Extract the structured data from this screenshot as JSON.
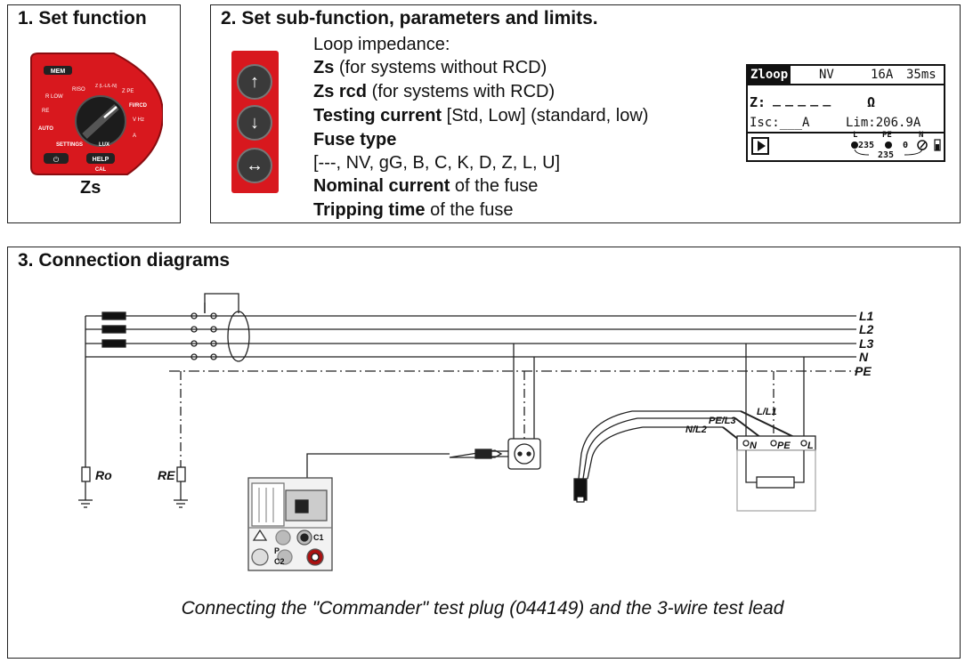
{
  "section1": {
    "title": "1. Set function",
    "dial_labels": {
      "mem": "MEM",
      "rlow": "R LOW",
      "riso": "RISO",
      "zs": "Z (L-L/L-N)",
      "zpe": "Z PE",
      "fi_rcd": "FI/RCD",
      "re": "RE",
      "auto": "AUTO",
      "vhz": "V Hz",
      "settings": "SETTINGS",
      "lux": "LUX",
      "ac": "A",
      "on_off": "⏻",
      "help": "HELP",
      "cal": "CAL"
    },
    "function_label": "Zs"
  },
  "section2": {
    "title": "2. Set sub-function, parameters and limits.",
    "lines": [
      {
        "bold": "",
        "rest": "Loop impedance:"
      },
      {
        "bold": "Zs",
        "rest": " (for systems without RCD)"
      },
      {
        "bold": "Zs rcd",
        "rest": " (for systems with RCD)"
      },
      {
        "bold": "Testing current",
        "rest": " [Std, Low] (standard, low)"
      },
      {
        "bold": "Fuse type",
        "rest": ""
      },
      {
        "bold": "",
        "rest": "[---, NV, gG, B, C, K, D, Z, L, U]"
      },
      {
        "bold": "Nominal current",
        "rest": " of the fuse"
      },
      {
        "bold": "Tripping time",
        "rest": " of the fuse"
      }
    ],
    "buttons": [
      {
        "icon": "arrow-up-icon",
        "glyph": "↑"
      },
      {
        "icon": "arrow-down-icon",
        "glyph": "↓"
      },
      {
        "icon": "arrow-left-right-icon",
        "glyph": "↔"
      }
    ],
    "display": {
      "mode": "Zloop",
      "fuse_type": "NV",
      "current": "16A",
      "time": "35ms",
      "z_label": "Z:",
      "z_value": "_ _ _ _ _",
      "unit": "Ω",
      "isc": "Isc:___A",
      "lim": "Lim:206.9A",
      "l": "L",
      "pe": "PE",
      "n": "N",
      "v_lpe": "235",
      "v_pen": "0",
      "v_ln": "235"
    }
  },
  "section3": {
    "title": "3. Connection diagrams",
    "lines": [
      "L1",
      "L2",
      "L3",
      "N",
      "PE"
    ],
    "ro": "Ro",
    "re": "RE",
    "pe_l3": "PE/L3",
    "l_l1": "L/L1",
    "n_l2": "N/L2",
    "term_n": "N",
    "term_pe": "PE",
    "term_l": "L",
    "c1": "C1",
    "p": "P",
    "c2": "C2",
    "caption": "Connecting the \"Commander\" test plug (044149) and the 3-wire test lead"
  }
}
